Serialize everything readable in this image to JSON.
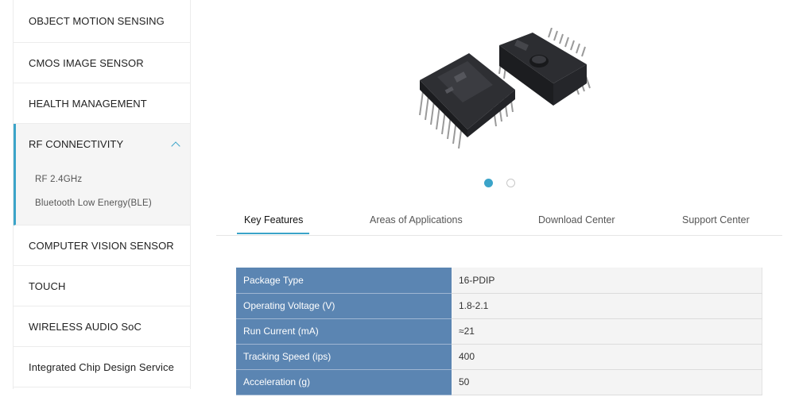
{
  "sidebar": {
    "items": [
      {
        "label": "OBJECT MOTION SENSING"
      },
      {
        "label": "CMOS IMAGE SENSOR"
      },
      {
        "label": "HEALTH MANAGEMENT"
      },
      {
        "label": "RF CONNECTIVITY"
      },
      {
        "label": "COMPUTER VISION SENSOR"
      },
      {
        "label": "TOUCH"
      },
      {
        "label": "WIRELESS AUDIO SoC"
      },
      {
        "label": "Integrated Chip Design Service"
      }
    ],
    "submenu": [
      {
        "label": "RF 2.4GHz"
      },
      {
        "label": "Bluetooth Low Energy(BLE)"
      }
    ]
  },
  "carousel": {
    "active_index": 1,
    "count": 2
  },
  "tabs": [
    {
      "label": "Key Features"
    },
    {
      "label": "Areas of Applications"
    },
    {
      "label": "Download Center"
    },
    {
      "label": "Support Center"
    }
  ],
  "specs": [
    {
      "key": "Package Type",
      "value": "16-PDIP"
    },
    {
      "key": "Operating Voltage (V)",
      "value": "1.8-2.1"
    },
    {
      "key": "Run Current (mA)",
      "value": "≈21"
    },
    {
      "key": "Tracking Speed (ips)",
      "value": "400"
    },
    {
      "key": "Acceleration (g)",
      "value": "50"
    }
  ],
  "colors": {
    "accent": "#3ba4c9",
    "table_key_bg": "#5b85b2",
    "table_value_bg": "#f4f4f4"
  }
}
